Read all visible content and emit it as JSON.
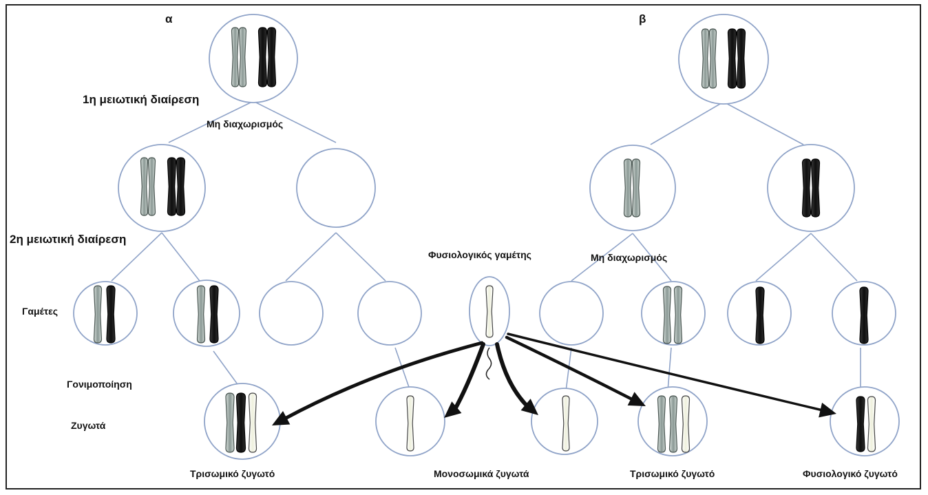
{
  "panels": {
    "a_label": "α",
    "b_label": "β"
  },
  "labels": {
    "first_division": "1η μειωτική διαίρεση",
    "nondisjunction_a": "Μη διαχωρισμός",
    "second_division": "2η μειωτική διαίρεση",
    "gametes": "Γαμέτες",
    "normal_gamete": "Φυσιολογικός γαμέτης",
    "nondisjunction_b": "Μη διαχωρισμός",
    "fertilization": "Γονιμοποίηση",
    "zygotes": "Ζυγωτά",
    "trisomic_zygote_a": "Τρισωμικό ζυγωτό",
    "monosomic_zygotes": "Μονοσωμικά ζυγωτά",
    "trisomic_zygote_b": "Τρισωμικό ζυγωτό",
    "normal_zygote": "Φυσιολογικό ζυγωτό"
  },
  "colors": {
    "line": "#8fa3c8",
    "chrom_light": "#a8b4b0",
    "chrom_dark": "#1a1a1a",
    "chrom_white": "#f4f4ea",
    "arrow": "#111111"
  }
}
